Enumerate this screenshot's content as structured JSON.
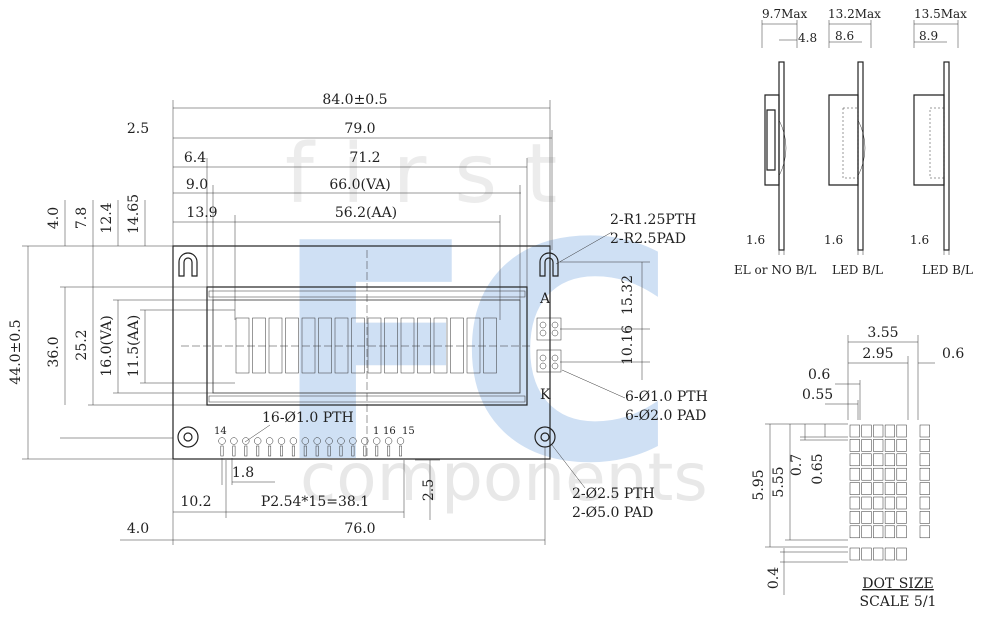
{
  "watermark": {
    "top": "first",
    "letters": "FC",
    "bottom": "components",
    "blue": "#cddff5",
    "grey": "#e6e6e6"
  },
  "front": {
    "w_total": "84.0±0.5",
    "w_pcb_left": "2.5",
    "w_holes": "79.0",
    "bezel_left": "6.4",
    "bezel_w": "71.2",
    "va_left": "9.0",
    "va_w": "66.0(VA)",
    "aa_left": "13.9",
    "aa_w": "56.2(AA)",
    "h_total": "44.0±0.5",
    "h_bezel": "36.0",
    "h_va_pos": "25.2",
    "h_va": "16.0(VA)",
    "h_aa": "11.5(AA)",
    "top_4": "4.0",
    "top_78": "7.8",
    "top_124": "12.4",
    "top_1465": "14.65",
    "slot_l1": "2-R1.25PTH",
    "slot_l2": "2-R2.5PAD",
    "pin_a": "A",
    "pin_k": "K",
    "v1532": "15.32",
    "v1016": "10.16",
    "bl_l1": "6-Ø1.0 PTH",
    "bl_l2": "6-Ø2.0 PAD",
    "pin_pth": "16-Ø1.0 PTH",
    "pin14": "14",
    "pin1": "1",
    "pin16": "16",
    "pin15": "15",
    "pin_off": "1.8",
    "pitch": "P2.54*15=38.1",
    "pin_h": "2.5",
    "pad_l1": "2-Ø2.5 PTH",
    "pad_l2": "2-Ø5.0 PAD",
    "b_left": "10.2",
    "b_4": "4.0",
    "b_76": "76.0"
  },
  "side": [
    {
      "max": "9.7Max",
      "inner": "4.8",
      "base": "1.6",
      "label": "EL or NO B/L"
    },
    {
      "max": "13.2Max",
      "inner": "8.6",
      "base": "1.6",
      "label": "LED B/L"
    },
    {
      "max": "13.5Max",
      "inner": "8.9",
      "base": "1.6",
      "label": "LED B/L"
    }
  ],
  "dot": {
    "w_char": "3.55",
    "w_dots": "2.95",
    "gap": "0.6",
    "dot_w": "0.6",
    "dot_p": "0.55",
    "h_char": "5.95",
    "h_dots": "5.55",
    "d07": "0.7",
    "d065": "0.65",
    "under": "0.4",
    "title": "DOT SIZE",
    "scale": "SCALE 5/1"
  }
}
